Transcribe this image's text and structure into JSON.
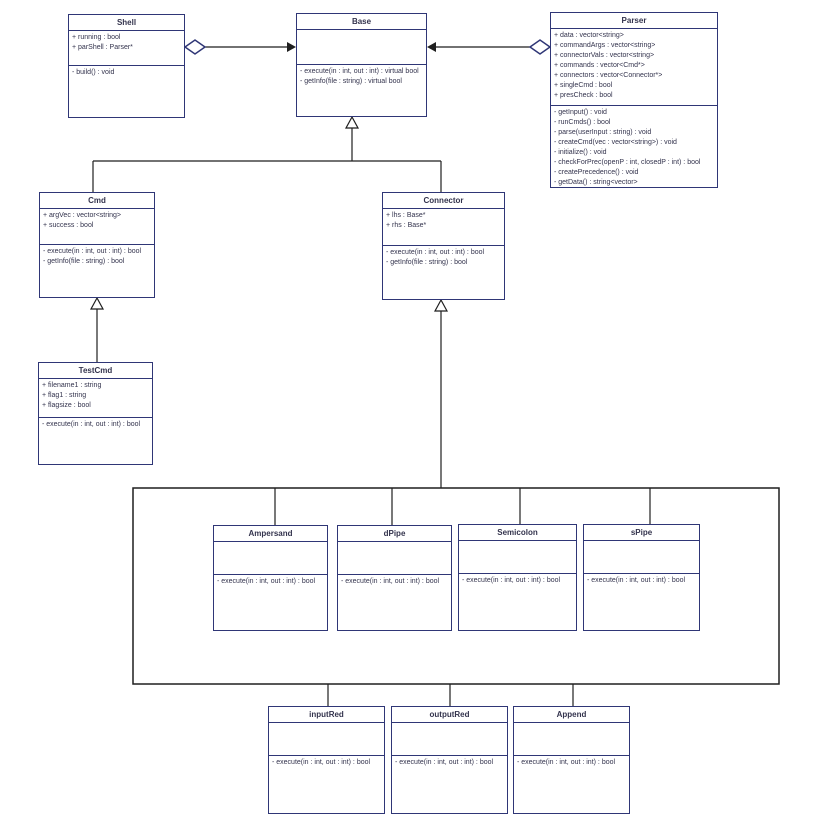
{
  "diagram_type": "uml-class-diagram",
  "colors": {
    "box_border": "#2f3676",
    "edge_line": "#1f1f1f",
    "text": "#33334d",
    "background": "#ffffff"
  },
  "classes": {
    "shell": {
      "name": "Shell",
      "attributes": [
        "+ running : bool",
        "+ parShell : Parser*"
      ],
      "methods": [
        "- build() : void"
      ]
    },
    "base": {
      "name": "Base",
      "attributes": [],
      "methods": [
        "- execute(in : int, out : int) : virtual bool",
        "- getInfo(file : string) : virtual bool"
      ]
    },
    "parser": {
      "name": "Parser",
      "attributes": [
        "+ data : vector<string>",
        "+ commandArgs : vector<string>",
        "+ connectorVals : vector<string>",
        "+ commands : vector<Cmd*>",
        "+ connectors : vector<Connector*>",
        "+ singleCmd : bool",
        "+ presCheck : bool"
      ],
      "methods": [
        "- getInput() : void",
        "- runCmds() : bool",
        "- parse(userInput : string) : void",
        "- createCmd(vec : vector<string>) : void",
        "- initialize() : void",
        "- checkForPrec(openP : int, closedP : int) : bool",
        "- createPrecedence() : void",
        "- getData() : string<vector>"
      ]
    },
    "cmd": {
      "name": "Cmd",
      "attributes": [
        "+ argVec : vector<string>",
        "+ success : bool"
      ],
      "methods": [
        "- execute(in : int, out : int) : bool",
        "- getInfo(file : string) : bool"
      ]
    },
    "connector": {
      "name": "Connector",
      "attributes": [
        "+ lhs : Base*",
        "+ rhs : Base*"
      ],
      "methods": [
        "- execute(in : int, out : int) : bool",
        "- getInfo(file : string) : bool"
      ]
    },
    "testcmd": {
      "name": "TestCmd",
      "attributes": [
        "+ filename1 : string",
        "+ flag1 : string",
        "+ flagsize : bool"
      ],
      "methods": [
        "- execute(in : int, out : int) : bool"
      ]
    },
    "ampersand": {
      "name": "Ampersand",
      "attributes": [],
      "methods": [
        "- execute(in : int, out : int) : bool"
      ]
    },
    "dpipe": {
      "name": "dPipe",
      "attributes": [],
      "methods": [
        "- execute(in : int, out : int) : bool"
      ]
    },
    "semicolon": {
      "name": "Semicolon",
      "attributes": [],
      "methods": [
        "- execute(in : int, out : int) : bool"
      ]
    },
    "spipe": {
      "name": "sPipe",
      "attributes": [],
      "methods": [
        "- execute(in : int, out : int) : bool"
      ]
    },
    "inputred": {
      "name": "inputRed",
      "attributes": [],
      "methods": [
        "- execute(in : int, out : int) : bool"
      ]
    },
    "outputred": {
      "name": "outputRed",
      "attributes": [],
      "methods": [
        "- execute(in : int, out : int) : bool"
      ]
    },
    "append": {
      "name": "Append",
      "attributes": [],
      "methods": [
        "- execute(in : int, out : int) : bool"
      ]
    }
  },
  "relationships": [
    {
      "from": "Shell",
      "to": "Base",
      "type": "aggregation with arrow"
    },
    {
      "from": "Parser",
      "to": "Base",
      "type": "aggregation with arrow"
    },
    {
      "from": "Cmd",
      "to": "Base",
      "type": "inheritance"
    },
    {
      "from": "Connector",
      "to": "Base",
      "type": "inheritance"
    },
    {
      "from": "TestCmd",
      "to": "Cmd",
      "type": "inheritance"
    },
    {
      "from": "Ampersand / dPipe / Semicolon / sPipe group",
      "to": "Connector",
      "type": "inheritance"
    },
    {
      "from": "inputRed / outputRed / Append",
      "to": "connector subclass group box",
      "type": "containment line"
    }
  ]
}
